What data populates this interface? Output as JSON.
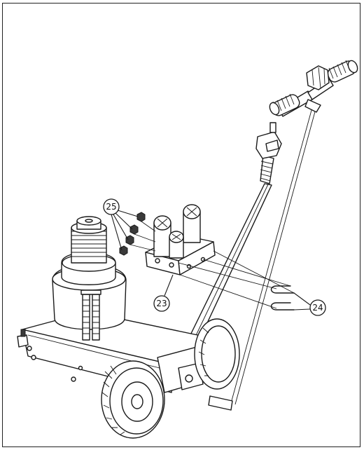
{
  "callouts": [
    {
      "id": "c25",
      "label": "25"
    },
    {
      "id": "c23",
      "label": "23"
    },
    {
      "id": "c24",
      "label": "24"
    }
  ]
}
